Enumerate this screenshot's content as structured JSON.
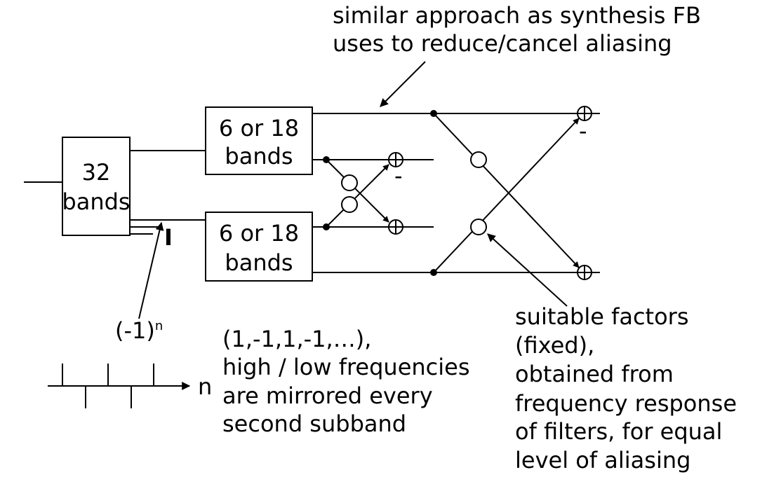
{
  "annotation_top": {
    "line1": "similar approach as synthesis FB",
    "line2": "uses to reduce/cancel aliasing"
  },
  "block_32": {
    "line1": "32",
    "line2": "bands"
  },
  "block_upper": {
    "line1": "6 or 18",
    "line2": "bands"
  },
  "block_lower": {
    "line1": "6 or 18",
    "line2": "bands"
  },
  "label_I": "I",
  "minus_inner": "-",
  "minus_outer": "-",
  "sign_label": {
    "base": "(-1)",
    "exponent": "n"
  },
  "axis_label": "n",
  "mirror_note": {
    "line1": "(1,-1,1,-1,…),",
    "line2": "high / low frequencies",
    "line3": "are mirrored every",
    "line4": "second subband"
  },
  "factors_note": {
    "line1": "suitable factors",
    "line2": "(fixed),",
    "line3": "obtained from",
    "line4": "frequency response",
    "line5": "of filters, for equal",
    "line6": "level of aliasing"
  }
}
